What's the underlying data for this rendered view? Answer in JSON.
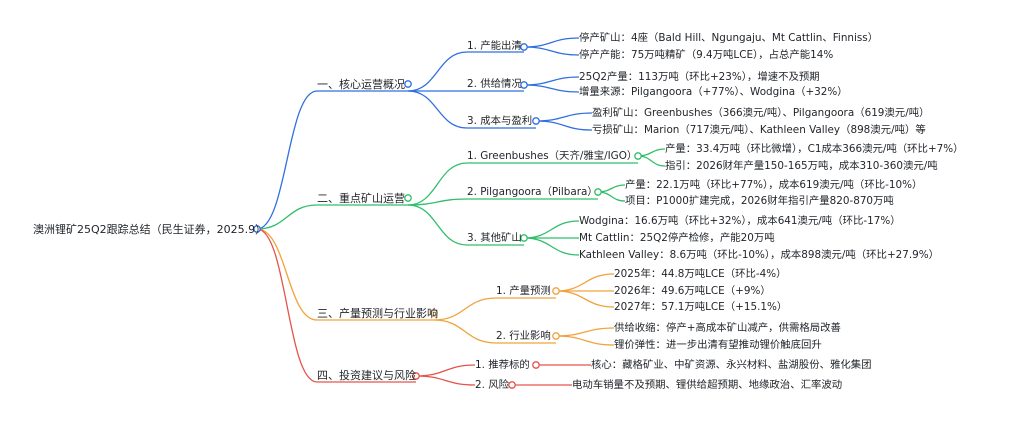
{
  "root": "澳洲锂矿25Q2跟踪总结（民生证券，2025.9）",
  "colors": {
    "blue": "#2f6fe0",
    "green": "#2fbf6a",
    "orange": "#f2a23a",
    "red": "#e5534b"
  },
  "branches": [
    {
      "label": "一、核心运营概况",
      "children": [
        {
          "label": "1. 产能出清",
          "items": [
            "停产矿山：4座（Bald Hill、Ngungaju、Mt Cattlin、Finniss）",
            "停产产能：75万吨精矿（9.4万吨LCE），占总产能14%"
          ]
        },
        {
          "label": "2. 供给情况",
          "items": [
            "25Q2产量：113万吨（环比+23%），增速不及预期",
            "增量来源：Pilgangoora（+77%）、Wodgina（+32%）"
          ]
        },
        {
          "label": "3. 成本与盈利",
          "items": [
            "盈利矿山：Greenbushes（366澳元/吨）、Pilgangoora（619澳元/吨）",
            "亏损矿山：Marion（717澳元/吨）、Kathleen Valley（898澳元/吨）等"
          ]
        }
      ]
    },
    {
      "label": "二、重点矿山运营",
      "children": [
        {
          "label": "1. Greenbushes（天齐/雅宝/IGO）",
          "items": [
            "产量：33.4万吨（环比微增），C1成本366澳元/吨（环比+7%）",
            "指引：2026财年产量150-165万吨，成本310-360澳元/吨"
          ]
        },
        {
          "label": "2. Pilgangoora（Pilbara）",
          "items": [
            "产量：22.1万吨（环比+77%），成本619澳元/吨（环比-10%）",
            "项目：P1000扩建完成，2026财年指引产量820-870万吨"
          ]
        },
        {
          "label": "3. 其他矿山",
          "items": [
            "Wodgina：16.6万吨（环比+32%），成本641澳元/吨（环比-17%）",
            "Mt Cattlin：25Q2停产检修，产能20万吨",
            "Kathleen Valley：8.6万吨（环比-10%），成本898澳元/吨（环比+27.9%）"
          ]
        }
      ]
    },
    {
      "label": "三、产量预测与行业影响",
      "children": [
        {
          "label": "1. 产量预测",
          "items": [
            "2025年：44.8万吨LCE（环比-4%）",
            "2026年：49.6万吨LCE（+9%）",
            "2027年：57.1万吨LCE（+15.1%）"
          ]
        },
        {
          "label": "2. 行业影响",
          "items": [
            "供给收缩：停产+高成本矿山减产，供需格局改善",
            "锂价弹性：进一步出清有望推动锂价触底回升"
          ]
        }
      ]
    },
    {
      "label": "四、投资建议与风险",
      "children": [
        {
          "label": "1. 推荐标的",
          "items": [
            "核心：藏格矿业、中矿资源、永兴材料、盐湖股份、雅化集团"
          ]
        },
        {
          "label": "2. 风险",
          "items": [
            "电动车销量不及预期、锂供给超预期、地缘政治、汇率波动"
          ]
        }
      ]
    }
  ]
}
